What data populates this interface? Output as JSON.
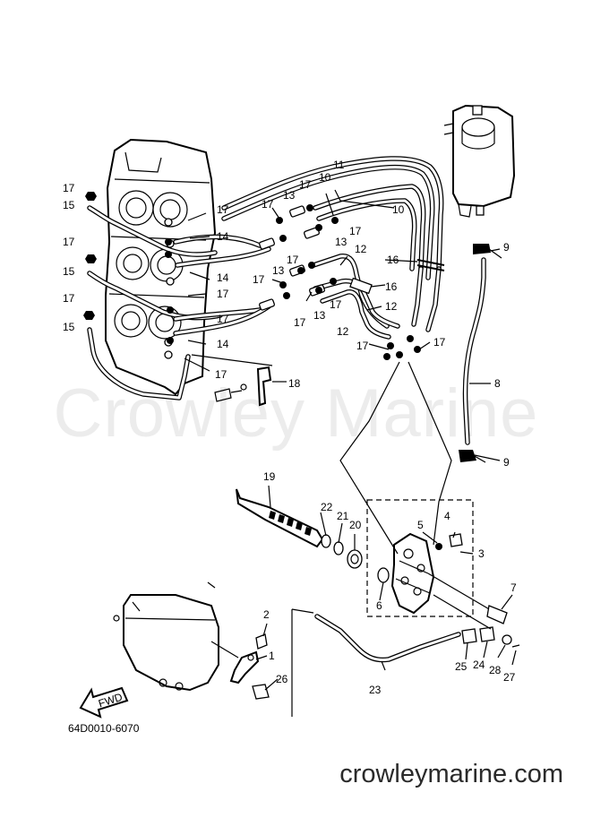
{
  "watermark": "Crowley Marine",
  "footer": "crowleymarine.com",
  "diagram_code": "64D0010-6070",
  "fwd_label": "FWD",
  "callouts": [
    "1",
    "2",
    "3",
    "4",
    "5",
    "6",
    "7",
    "8",
    "9",
    "10",
    "11",
    "12",
    "13",
    "14",
    "15",
    "16",
    "17",
    "18",
    "19",
    "20",
    "21",
    "22",
    "23",
    "24",
    "25",
    "26",
    "27",
    "28"
  ]
}
